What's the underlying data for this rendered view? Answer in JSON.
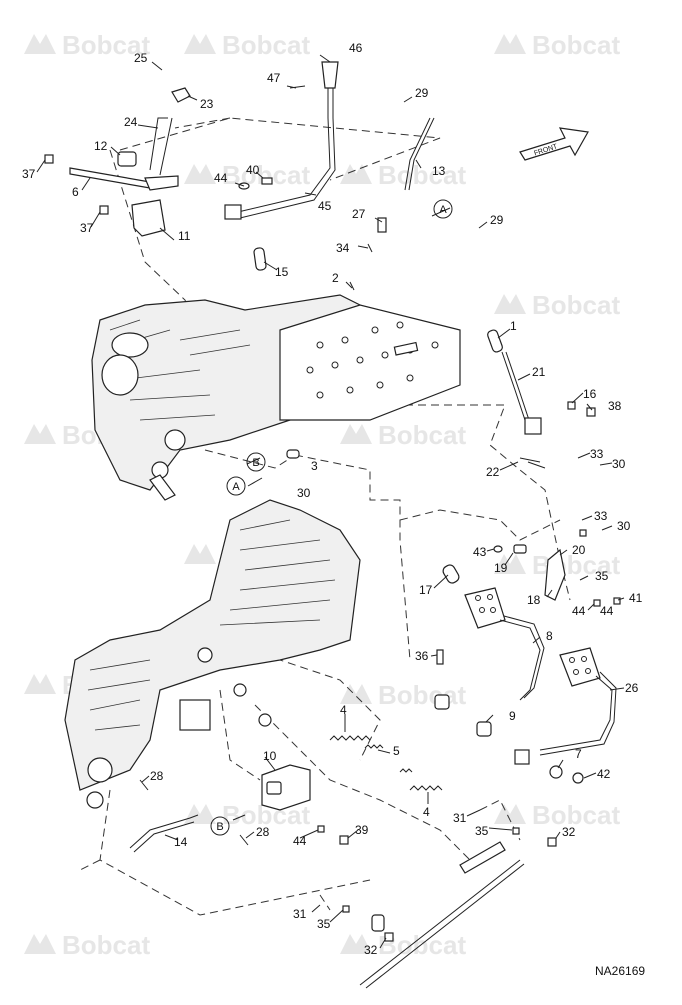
{
  "brand": {
    "watermark_text": "Bobcat",
    "watermark_color": "#e6e6e6"
  },
  "diagram": {
    "reference_code": "NA26169",
    "front_arrow_label": "FRONT",
    "callouts": [
      "1",
      "2",
      "3",
      "4",
      "4",
      "5",
      "6",
      "7",
      "8",
      "9",
      "10",
      "11",
      "12",
      "13",
      "14",
      "15",
      "16",
      "17",
      "18",
      "19",
      "20",
      "21",
      "22",
      "23",
      "24",
      "25",
      "26",
      "27",
      "28",
      "28",
      "29",
      "29",
      "30",
      "30",
      "30",
      "31",
      "31",
      "32",
      "32",
      "33",
      "33",
      "34",
      "35",
      "35",
      "35",
      "36",
      "37",
      "37",
      "38",
      "39",
      "40",
      "41",
      "42",
      "43",
      "44",
      "44",
      "44",
      "44",
      "45",
      "46",
      "47"
    ],
    "ref_circles": [
      "A",
      "A",
      "B",
      "B"
    ]
  }
}
